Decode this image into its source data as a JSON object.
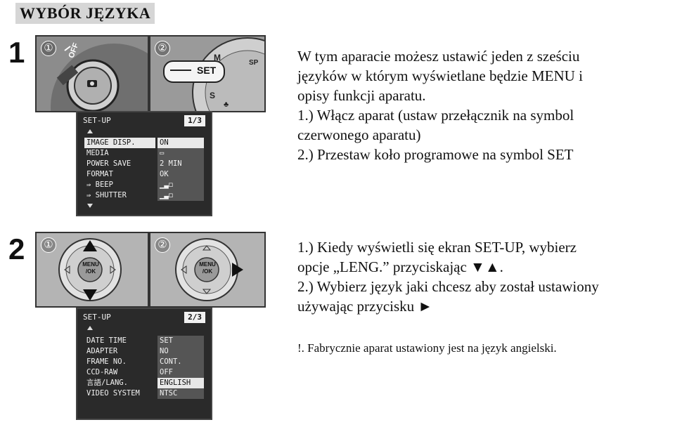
{
  "title": "WYBÓR JĘZYKA",
  "step1": {
    "number": "1",
    "sub1": "①",
    "sub2": "②",
    "dial_labels": [
      "OFF"
    ],
    "set_button": "SET",
    "screen": {
      "header": "SET-UP",
      "page": "1/3",
      "rows": [
        {
          "key": "IMAGE DISP.",
          "value": "ON"
        },
        {
          "key": "MEDIA",
          "value": "▭"
        },
        {
          "key": "POWER SAVE",
          "value": "2 MIN"
        },
        {
          "key": "FORMAT",
          "value": "OK"
        },
        {
          "key": "⇛ BEEP",
          "value": "▁▃◻"
        },
        {
          "key": "⇛ SHUTTER",
          "value": "▁▃◻"
        }
      ]
    },
    "text_lines": [
      "W tym aparacie możesz ustawić jeden z sześciu",
      "języków w którym wyświetlane będzie MENU i",
      "opisy funkcji aparatu.",
      "1.) Włącz aparat (ustaw przełącznik na symbol",
      "czerwonego aparatu)",
      "2.) Przestaw koło programowe na symbol SET"
    ]
  },
  "step2": {
    "number": "2",
    "sub1": "①",
    "sub2": "②",
    "pad_center_label_1": "MENU",
    "pad_center_label_2": "/OK",
    "screen": {
      "header": "SET-UP",
      "page": "2/3",
      "rows": [
        {
          "key": "DATE TIME",
          "value": "SET"
        },
        {
          "key": "ADAPTER",
          "value": "NO"
        },
        {
          "key": "FRAME NO.",
          "value": "CONT."
        },
        {
          "key": "CCD-RAW",
          "value": "OFF"
        },
        {
          "key": "言語/LANG.",
          "value": "ENGLISH"
        },
        {
          "key": "VIDEO SYSTEM",
          "value": "NTSC"
        }
      ]
    },
    "text_lines": [
      "1.) Kiedy wyświetli się ekran SET-UP, wybierz",
      "opcje „LENG.” przyciskając ▼▲.",
      "2.) Wybierz język jaki chcesz aby został ustawiony",
      "używając przycisku ►"
    ],
    "note": "!. Fabrycznie aparat ustawiony jest na język angielski."
  }
}
